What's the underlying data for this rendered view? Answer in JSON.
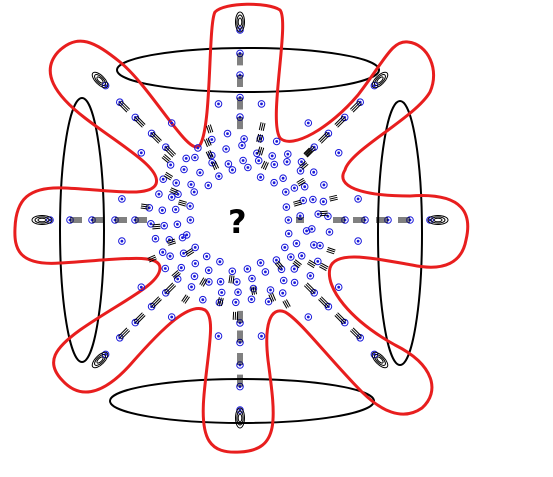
{
  "center": {
    "label": "?"
  },
  "colors": {
    "outline": "#e81e1e",
    "ellipse": "#000000",
    "marker": "#1a1adb",
    "streak": "#000000",
    "background": "#ffffff"
  },
  "lobes": {
    "count": 8,
    "names": [
      "top",
      "upper-right",
      "right",
      "lower-right",
      "bottom",
      "lower-left",
      "left",
      "upper-left"
    ]
  },
  "icons": {
    "marker": "circled-dot-icon",
    "streak": "track-streak-icon",
    "swirl": "spiral-icon"
  }
}
